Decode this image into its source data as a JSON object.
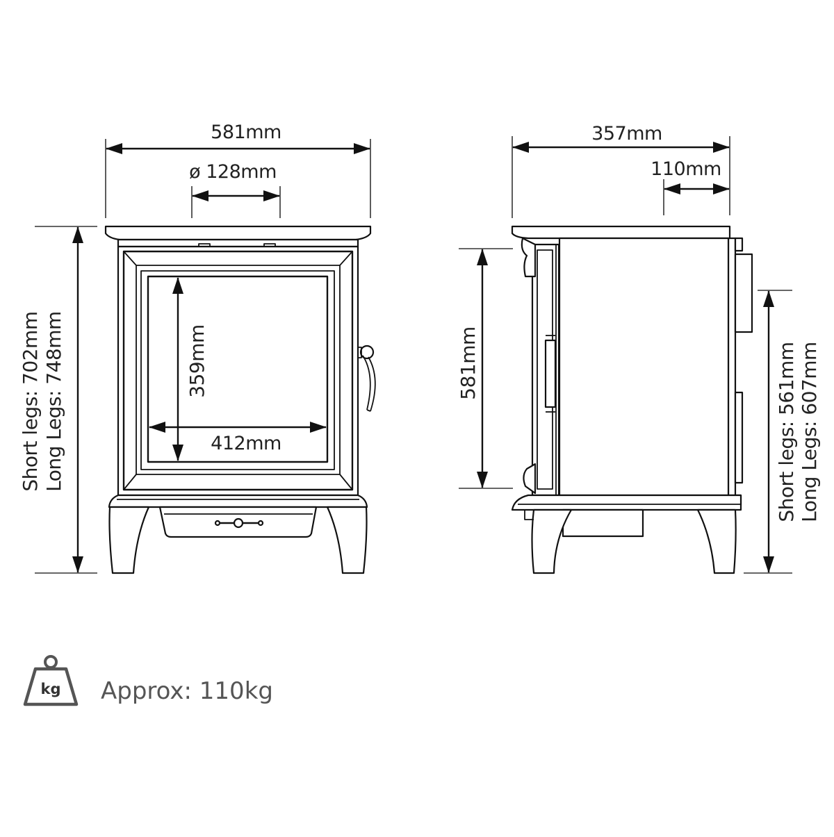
{
  "front_view": {
    "width": "581mm",
    "flue_diameter": "ø 128mm",
    "height_short": "Short legs: 702mm",
    "height_long": "Long Legs: 748mm",
    "glass_height": "359mm",
    "glass_width": "412mm"
  },
  "side_view": {
    "depth": "357mm",
    "flue_offset": "110mm",
    "door_height": "581mm",
    "flue_height_short": "Short legs: 561mm",
    "flue_height_long": "Long Legs: 607mm"
  },
  "weight": {
    "icon": "weight-icon",
    "unit": "kg",
    "text": "Approx: 110kg"
  }
}
